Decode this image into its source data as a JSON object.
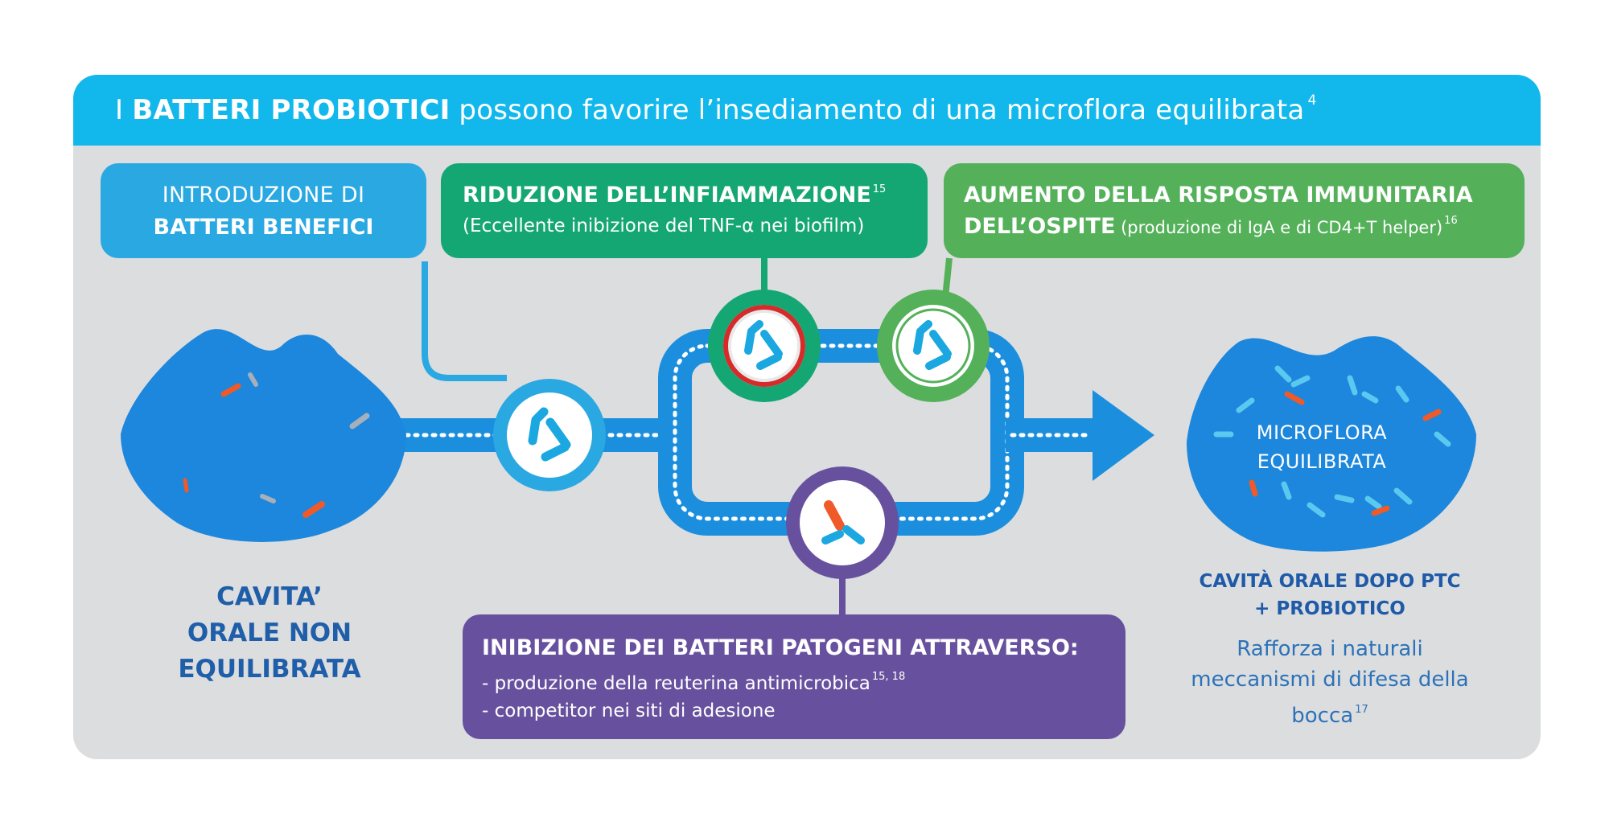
{
  "header": {
    "prefix": "I ",
    "bold": "BATTERI PROBIOTICI",
    "rest": " possono favorire l’insediamento di una microflora equilibrata",
    "ref": "4"
  },
  "intro": {
    "line1": "INTRODUZIONE DI",
    "line2": "BATTERI BENEFICI"
  },
  "riduzione": {
    "title": "RIDUZIONE DELL’INFIAMMAZIONE",
    "ref": "15",
    "subtitle": "(Eccellente inibizione del TNF-α nei biofilm)"
  },
  "aumento": {
    "line1": "AUMENTO DELLA RISPOSTA IMMUNITARIA",
    "line2_bold": "DELL’OSPITE",
    "line2_rest": " (produzione di IgA e di CD4+T helper)",
    "ref": "16"
  },
  "inibizione": {
    "title": "INIBIZIONE DEI BATTERI PATOGENI ATTRAVERSO:",
    "item1": "- produzione della reuterina antimicrobica",
    "item1_ref": "15, 18",
    "item2": "- competitor nei siti di adesione"
  },
  "left_caption": {
    "line1": "CAVITA’",
    "line2": "ORALE NON",
    "line3": "EQUILIBRATA"
  },
  "microflora_label": {
    "line1": "MICROFLORA",
    "line2": "EQUILIBRATA"
  },
  "result": {
    "title_line1": "CAVITÀ ORALE DOPO PTC",
    "title_line2": "+ PROBIOTICO",
    "desc_line1": "Rafforza i naturali",
    "desc_line2": "meccanismi di difesa della",
    "desc_line3": "bocca",
    "ref": "17"
  },
  "colors": {
    "header_blue": "#12b8ec",
    "flow_blue": "#1b8fde",
    "lips_blue": "#1c87dc",
    "intro_blue": "#2aa8e2",
    "riduzione_green": "#15a773",
    "aumento_green": "#54b15a",
    "inibizione_purple": "#67519e",
    "result_light_blue": "#7bd0f5",
    "pathogen_orange": "#f05a28"
  }
}
